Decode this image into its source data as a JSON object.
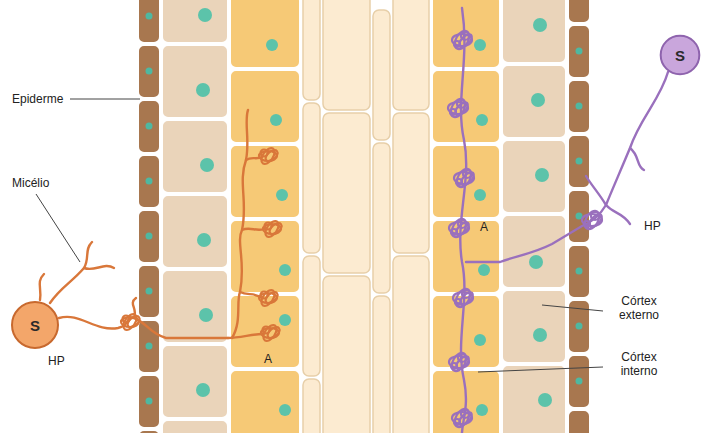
{
  "diagram": {
    "nodes": [
      {
        "text": [
          "S"
        ]
      },
      {
        "text": [
          "S"
        ]
      }
    ],
    "labels": [
      "Epiderme",
      "Micélio",
      "HP",
      "A",
      "A",
      "HP",
      "Córtex externo",
      "Córtex interno"
    ]
  }
}
